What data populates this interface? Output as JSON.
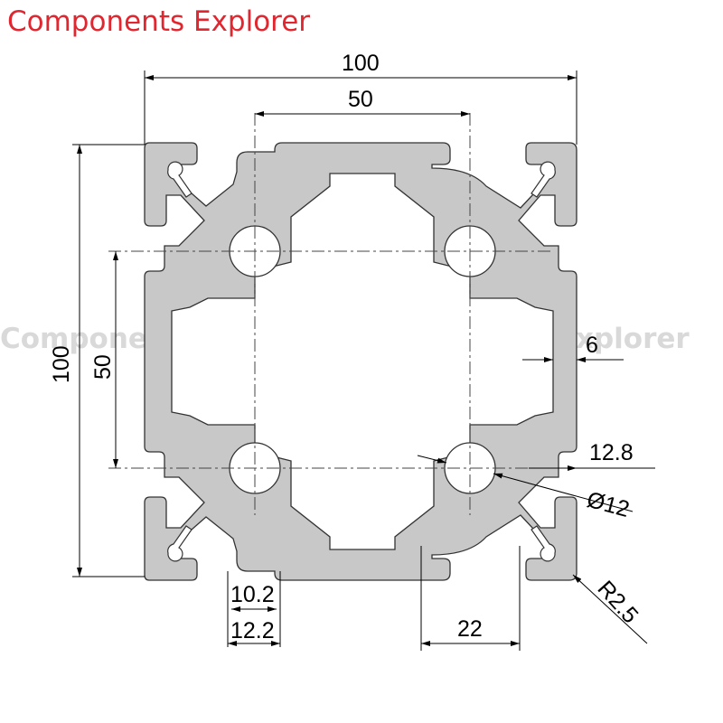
{
  "brand": {
    "title": "Components Explorer",
    "color": "#e0262f"
  },
  "watermark": {
    "text": "Components Explorer Components Explorer"
  },
  "profile": {
    "fill": "#c8c8c8",
    "stroke": "#3a3a3a"
  },
  "dimensions": {
    "overall_width": "100",
    "slot_spacing_horizontal": "50",
    "overall_height": "100",
    "slot_spacing_vertical": "50",
    "wall": "6",
    "slot_depth": "12.8",
    "hole_diameter": "Ø12",
    "slot_inner": "10.2",
    "slot_opening": "12.2",
    "slot_outer": "22",
    "corner_radius": "R2.5"
  }
}
